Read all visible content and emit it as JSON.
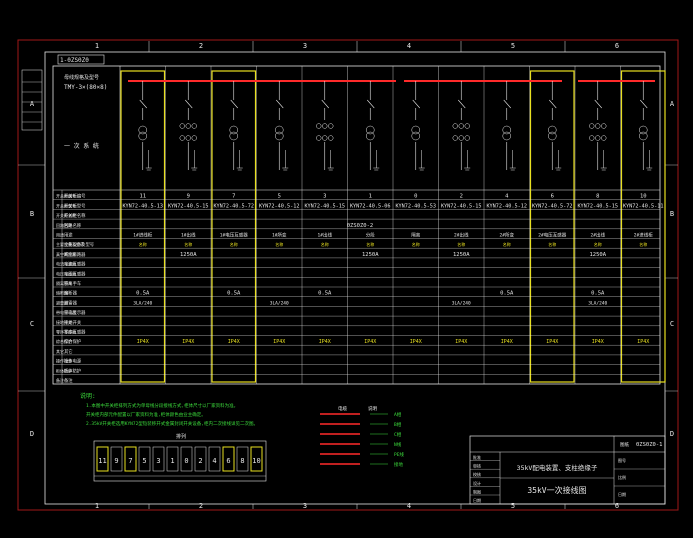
{
  "drawing": {
    "column_numbers": [
      "1",
      "2",
      "3",
      "4",
      "5",
      "6"
    ],
    "row_letters": [
      "A",
      "B",
      "C",
      "D"
    ],
    "corner_tag": "1-0ZS0Z0",
    "busbar_title": "母线规格及型号",
    "busbar_spec": "TMY-3×(80×8)",
    "diagram_label": "一 次 系 统",
    "sheet_code_right": "0ZS0Z0-1",
    "side_label": "图纸",
    "title_line1": "35kV配电装置、支柱绝缘子",
    "title_line2": "35kV一次接线图"
  },
  "panels": {
    "numbers": [
      "11",
      "9",
      "7",
      "5",
      "3",
      "1",
      "0",
      "2",
      "4",
      "6",
      "8",
      "10"
    ],
    "models": [
      "KYN72-40.5-13",
      "KYN72-40.5-15",
      "KYN72-40.5-72",
      "KYN72-40.5-12",
      "KYN72-40.5-15",
      "KYN72-40.5-06",
      "KYN72-40.5-53",
      "KYN72-40.5-15",
      "KYN72-40.5-12",
      "KYN72-40.5-72",
      "KYN72-40.5-15",
      "KYN72-40.5-11"
    ],
    "section_label": "0ZS0Z0-2",
    "names": [
      "1#进线柜",
      "1#出线",
      "1#电压互感器",
      "1#所变",
      "1#出线",
      "分段",
      "隔离",
      "2#出线",
      "2#所变",
      "2#电压互感器",
      "2#出线",
      "2#进线柜"
    ],
    "ip_rating": "IP4X",
    "current_values": [
      "1250A",
      "1250A",
      "1250A",
      "1250A"
    ],
    "breaker_values": [
      "0.5A",
      "0.5A",
      "0.5A",
      "0.5A",
      "0.5A"
    ],
    "ct_values": [
      "3LA/240",
      "3LA/240",
      "3LA/240",
      "3LA/240"
    ]
  },
  "row_labels": [
    "开关柜编号",
    "开关柜型号",
    "开关柜名称",
    "回路名称",
    "用途",
    "主要设备及型号",
    "真空断路器",
    "电流互感器",
    "电压互感器",
    "隔离手车",
    "熔断器",
    "避雷器",
    "带电显示器",
    "接地开关",
    "零序互感器",
    "综合保护",
    "其它",
    "操作电源",
    "柜体防护",
    "备注"
  ],
  "col_headers": [
    "名称",
    "规格",
    "数量"
  ],
  "notes": {
    "heading": "说明:",
    "lines": [
      "1.本图中开关柜排列方式为单母线分段接线方式,柜体尺寸以厂家资料为准。",
      "   开关柜内部元件配置以厂家资料为准,柜体颜色由业主确定。",
      "2.35kV开关柜选用KYN72型铠装移开式金属封闭开关设备,柜内二次接线详见二次图。"
    ]
  },
  "legend": {
    "col1": "电缆",
    "col2": "说明",
    "items": [
      "A相",
      "B相",
      "C相",
      "N线",
      "PE线",
      "接地"
    ]
  },
  "layout_strip": {
    "header": "排列",
    "cells": [
      "11",
      "9",
      "7",
      "5",
      "3",
      "1",
      "0",
      "2",
      "4",
      "6",
      "8",
      "10"
    ]
  },
  "title_block": {
    "rows": [
      "批准",
      "审核",
      "校核",
      "设计",
      "制图",
      "日期"
    ],
    "right_rows": [
      "图号",
      "比例",
      "日期"
    ]
  }
}
